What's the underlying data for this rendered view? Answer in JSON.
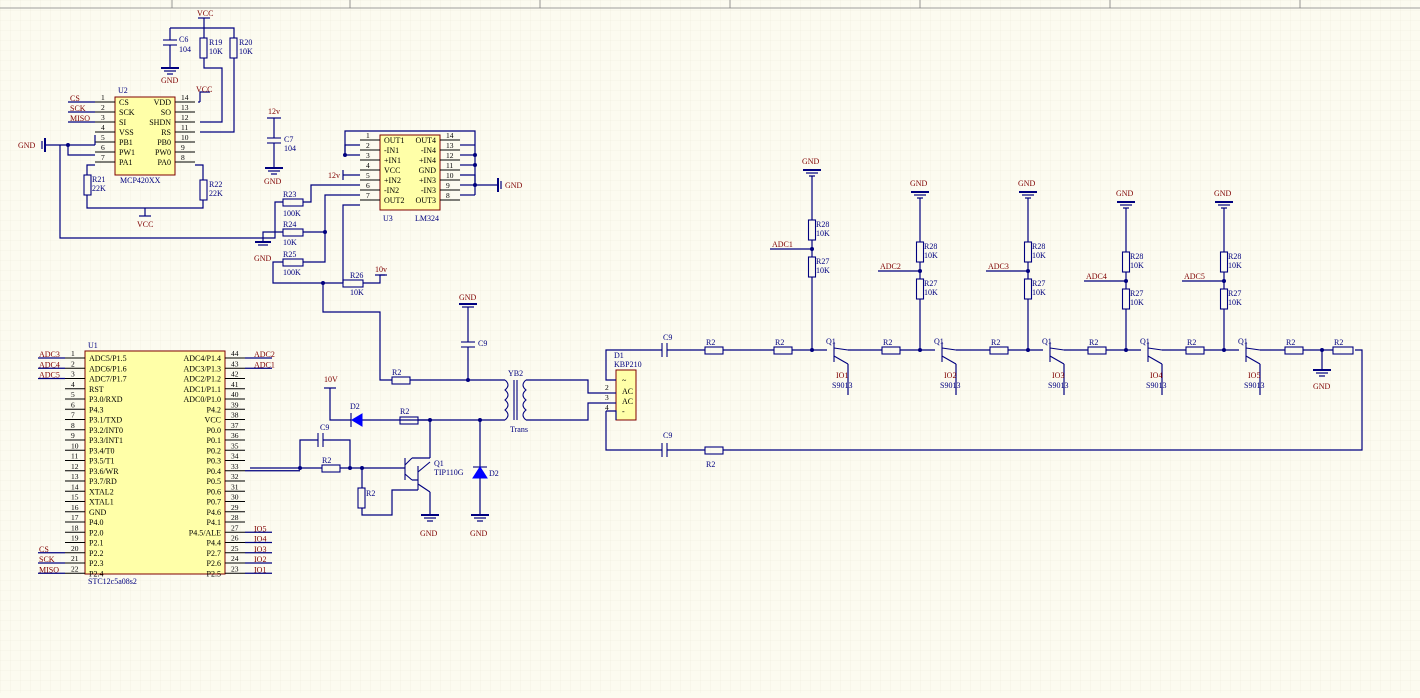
{
  "colors": {
    "background": "#FCFBF0",
    "grid": "#ECEBDC",
    "wire": "#00007F",
    "ic_fill": "#FFFFA8",
    "ic_border": "#7F0000",
    "net_label": "#7F0000"
  },
  "power": {
    "vcc": "VCC",
    "gnd": "GND",
    "v12": "12v",
    "v10": "10v",
    "v10b": "10V"
  },
  "u2": {
    "ref": "U2",
    "part": "MCP420XX",
    "left": [
      [
        "1",
        "CS"
      ],
      [
        "2",
        "SCK"
      ],
      [
        "3",
        "SI"
      ],
      [
        "4",
        "VSS"
      ],
      [
        "5",
        "PB1"
      ],
      [
        "6",
        "PW1"
      ],
      [
        "7",
        "PA1"
      ]
    ],
    "right": [
      [
        "14",
        "VDD"
      ],
      [
        "13",
        "SO"
      ],
      [
        "12",
        "SHDN"
      ],
      [
        "11",
        "RS"
      ],
      [
        "10",
        "PB0"
      ],
      [
        "9",
        "PW0"
      ],
      [
        "8",
        "PA0"
      ]
    ],
    "nets": [
      "CS",
      "SCK",
      "MISO"
    ]
  },
  "u3": {
    "ref": "U3",
    "part": "LM324",
    "left": [
      [
        "1",
        "OUT1"
      ],
      [
        "2",
        "-IN1"
      ],
      [
        "3",
        "+IN1"
      ],
      [
        "4",
        "VCC"
      ],
      [
        "5",
        "+IN2"
      ],
      [
        "6",
        "-IN2"
      ],
      [
        "7",
        "OUT2"
      ]
    ],
    "right": [
      [
        "14",
        "OUT4"
      ],
      [
        "13",
        "-IN4"
      ],
      [
        "12",
        "+IN4"
      ],
      [
        "11",
        "GND"
      ],
      [
        "10",
        "+IN3"
      ],
      [
        "9",
        "-IN3"
      ],
      [
        "8",
        "OUT3"
      ]
    ]
  },
  "u1": {
    "ref": "U1",
    "part": "STC12c5a08s2",
    "left": [
      [
        "1",
        "ADC5/P1.5"
      ],
      [
        "2",
        "ADC6/P1.6"
      ],
      [
        "3",
        "ADC7/P1.7"
      ],
      [
        "4",
        "RST"
      ],
      [
        "5",
        "P3.0/RXD"
      ],
      [
        "6",
        "P4.3"
      ],
      [
        "7",
        "P3.1/TXD"
      ],
      [
        "8",
        "P3.2/INT0"
      ],
      [
        "9",
        "P3.3/INT1"
      ],
      [
        "10",
        "P3.4/T0"
      ],
      [
        "11",
        "P3.5/T1"
      ],
      [
        "12",
        "P3.6/WR"
      ],
      [
        "13",
        "P3.7/RD"
      ],
      [
        "14",
        "XTAL2"
      ],
      [
        "15",
        "XTAL1"
      ],
      [
        "16",
        "GND"
      ],
      [
        "17",
        "P4.0"
      ],
      [
        "18",
        "P2.0"
      ],
      [
        "19",
        "P2.1"
      ],
      [
        "20",
        "P2.2"
      ],
      [
        "21",
        "P2.3"
      ],
      [
        "22",
        "P2.4"
      ]
    ],
    "right": [
      [
        "44",
        "ADC4/P1.4"
      ],
      [
        "43",
        "ADC3/P1.3"
      ],
      [
        "42",
        "ADC2/P1.2"
      ],
      [
        "41",
        "ADC1/P1.1"
      ],
      [
        "40",
        "ADC0/P1.0"
      ],
      [
        "39",
        "P4.2"
      ],
      [
        "38",
        "VCC"
      ],
      [
        "37",
        "P0.0"
      ],
      [
        "36",
        "P0.1"
      ],
      [
        "35",
        "P0.2"
      ],
      [
        "34",
        "P0.3"
      ],
      [
        "33",
        "P0.4"
      ],
      [
        "32",
        "P0.5"
      ],
      [
        "31",
        "P0.6"
      ],
      [
        "30",
        "P0.7"
      ],
      [
        "29",
        "P4.6"
      ],
      [
        "28",
        "P4.1"
      ],
      [
        "27",
        "P4.5/ALE"
      ],
      [
        "26",
        "P4.4"
      ],
      [
        "25",
        "P2.7"
      ],
      [
        "24",
        "P2.6"
      ],
      [
        "23",
        "P2.5"
      ]
    ],
    "left_nets": [
      "ADC3",
      "ADC4",
      "ADC5",
      "",
      "",
      "",
      "",
      "",
      "",
      "",
      "",
      "",
      "",
      "",
      "",
      "",
      "",
      "",
      "",
      "CS",
      "SCK",
      "MISO"
    ],
    "right_nets": [
      "ADC2",
      "ADC1",
      "",
      "",
      "",
      "",
      "",
      "",
      "",
      "",
      "",
      "",
      "",
      "",
      "",
      "",
      "",
      "IO5",
      "IO4",
      "IO3",
      "IO2",
      "IO1"
    ]
  },
  "parts": {
    "c6": [
      "C6",
      "104"
    ],
    "r19": [
      "R19",
      "10K"
    ],
    "r20": [
      "R20",
      "10K"
    ],
    "c7": [
      "C7",
      "104"
    ],
    "r21": [
      "R21",
      "22K"
    ],
    "r22": [
      "R22",
      "22K"
    ],
    "r23": [
      "R23",
      "100K"
    ],
    "r24": [
      "R24",
      "10K"
    ],
    "r25": [
      "R25",
      "100K"
    ],
    "r26": [
      "R26",
      "10K"
    ],
    "c9": "C9",
    "r2": "R2",
    "d2": "D2",
    "q1": [
      "Q1",
      "TIP110G"
    ],
    "yb2": [
      "YB2",
      "Trans"
    ],
    "d1": [
      "D1",
      "KBP210"
    ]
  },
  "bridge": [
    "~",
    "AC",
    "AC",
    "-"
  ],
  "bridge_pins": [
    "2",
    "3",
    "4"
  ],
  "ladder": [
    {
      "adc": "ADC1",
      "io": "IO1",
      "q": "Q1",
      "type": "S9013",
      "r28": [
        "R28",
        "10K"
      ],
      "r27": [
        "R27",
        "10K"
      ]
    },
    {
      "adc": "ADC2",
      "io": "IO2",
      "q": "Q1",
      "type": "S9013",
      "r28": [
        "R28",
        "10K"
      ],
      "r27": [
        "R27",
        "10K"
      ]
    },
    {
      "adc": "ADC3",
      "io": "IO3",
      "q": "Q1",
      "type": "S9013",
      "r28": [
        "R28",
        "10K"
      ],
      "r27": [
        "R27",
        "10K"
      ]
    },
    {
      "adc": "ADC4",
      "io": "IO4",
      "q": "Q1",
      "type": "S9013",
      "r28": [
        "R28",
        "10K"
      ],
      "r27": [
        "R27",
        "10K"
      ]
    },
    {
      "adc": "ADC5",
      "io": "IO5",
      "q": "Q1",
      "type": "S9013",
      "r28": [
        "R28",
        "10K"
      ],
      "r27": [
        "R27",
        "10K"
      ]
    }
  ]
}
